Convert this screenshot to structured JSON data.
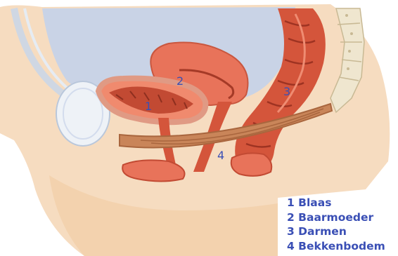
{
  "diagram": {
    "markers": [
      {
        "id": "1",
        "text": "1"
      },
      {
        "id": "2",
        "text": "2"
      },
      {
        "id": "3",
        "text": "3"
      },
      {
        "id": "4",
        "text": "4"
      }
    ],
    "legend": [
      {
        "number": "1",
        "label": "Blaas",
        "text": "1 Blaas"
      },
      {
        "number": "2",
        "label": "Baarmoeder",
        "text": "2 Baarmoeder"
      },
      {
        "number": "3",
        "label": "Darmen",
        "text": "3 Darmen"
      },
      {
        "number": "4",
        "label": "Bekkenbodem",
        "text": "4 Bekkenbodem"
      }
    ],
    "colors": {
      "label_text": "#3a4fb5",
      "skin": "#f6dcc0",
      "cavity": "#c9d3e6",
      "organ": "#e8735a",
      "muscle": "#c24a33",
      "bone": "#efe6cf"
    }
  }
}
